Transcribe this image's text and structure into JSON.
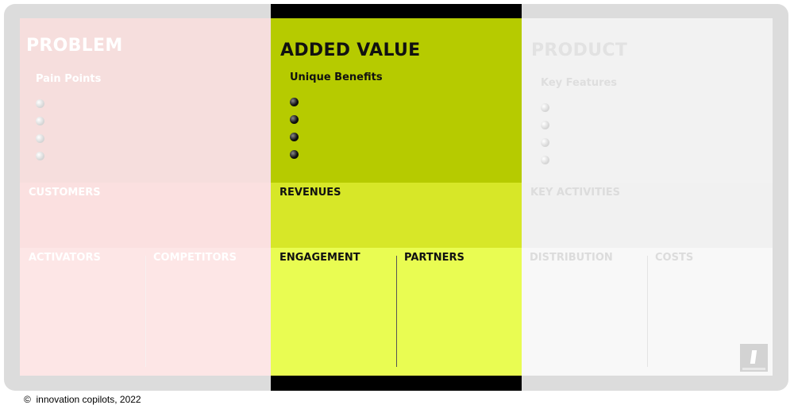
{
  "problem": {
    "title": "PROBLEM",
    "subtitle": "Pain Points",
    "bullet_count": 4
  },
  "added_value": {
    "title": "ADDED VALUE",
    "subtitle": "Unique Benefits",
    "bullet_count": 4
  },
  "product": {
    "title": "PRODUCT",
    "subtitle": "Key Features",
    "bullet_count": 4
  },
  "row2": {
    "customers": "CUSTOMERS",
    "revenues": "REVENUES",
    "key_activities": "KEY ACTIVITIES"
  },
  "row3": {
    "activators": "ACTIVATORS",
    "competitors": "COMPETITORS",
    "engagement": "ENGAGEMENT",
    "partners": "PARTNERS",
    "distribution": "DISTRIBUTION",
    "costs": "COSTS"
  },
  "logo": "innovation-copilots-logo",
  "footer": {
    "copyright_symbol": "©",
    "text": "innovation copilots, 2022"
  },
  "colors": {
    "problem_bg": "#f6dedd",
    "added_value_bg": "#b6cb00",
    "revenues_bg": "#d7e728",
    "engagement_bg": "#e9fc52",
    "product_bg": "#f2f2f2",
    "frame": "#dcdcdc"
  }
}
